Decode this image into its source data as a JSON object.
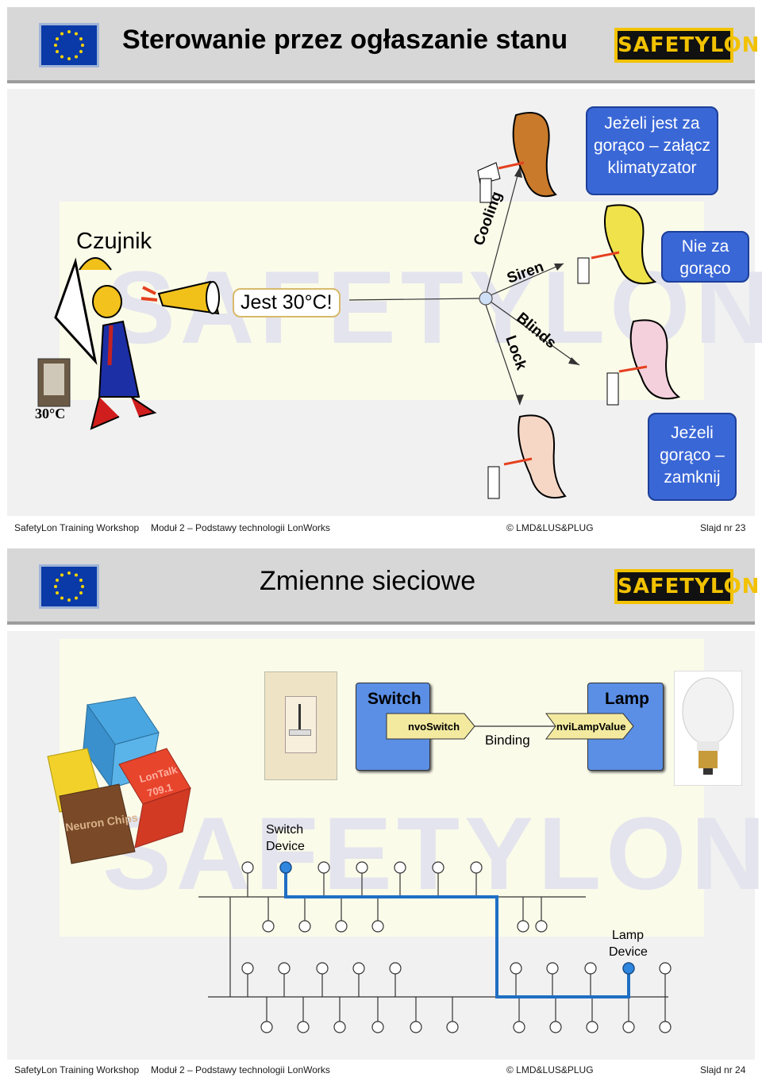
{
  "slide1": {
    "title": "Sterowanie przez ogłaszanie stanu",
    "logo_text": "SAFETYLON",
    "watermark": "SAFETYLON",
    "sensor_label": "Czujnik",
    "announcement": "Jest 30°C!",
    "temperature": "30°C",
    "arrows": [
      "Cooling",
      "Siren",
      "Blinds",
      "Lock"
    ],
    "bubble_cooling": "Jeżeli jest za gorąco – załącz klimatyzator",
    "bubble_siren": "Nie za gorąco",
    "bubble_lock": "Jeżeli gorąco – zamknij",
    "footer": {
      "workshop": "SafetyLon Training Workshop",
      "module": "Moduł 2 – Podstawy technologii LonWorks",
      "copyright": "© LMD&LUS&PLUG",
      "slide_no": "Slajd nr 23"
    }
  },
  "slide2": {
    "title": "Zmienne sieciowe",
    "logo_text": "SAFETYLON",
    "watermark": "SAFETYLON",
    "switch_label": "Switch",
    "lamp_label": "Lamp",
    "nvo": "nvoSwitch",
    "nvi": "nviLampValue",
    "binding": "Binding",
    "switch_device": [
      "Switch",
      "Device"
    ],
    "lamp_device": [
      "Lamp",
      "Device"
    ],
    "chips": [
      "Neuron Chips",
      "LonTalk",
      "709.1"
    ],
    "footer": {
      "workshop": "SafetyLon Training Workshop",
      "module": "Moduł 2 – Podstawy technologii LonWorks",
      "copyright": "© LMD&LUS&PLUG",
      "slide_no": "Slajd nr 24"
    }
  },
  "colors": {
    "bubble_blue": "#3a67d6",
    "logo_yellow": "#f2c200",
    "nv_blue": "#5b8fe6",
    "bus_highlight": "#1f6fc4"
  }
}
